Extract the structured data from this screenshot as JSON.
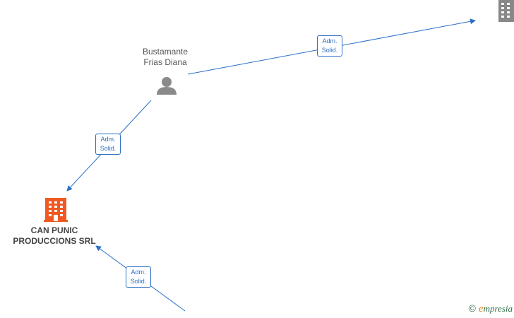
{
  "nodes": {
    "person": {
      "name_line1": "Bustamante",
      "name_line2": "Frias Diana"
    },
    "company_main": {
      "name_line1": "CAN PUNIC",
      "name_line2": "PRODUCCIONS SRL"
    },
    "company_corner": {
      "name_line1": "",
      "name_line2": ""
    }
  },
  "edges": [
    {
      "label_line1": "Adm.",
      "label_line2": "Solid."
    },
    {
      "label_line1": "Adm.",
      "label_line2": "Solid."
    },
    {
      "label_line1": "Adm.",
      "label_line2": "Solid."
    }
  ],
  "colors": {
    "edge": "#2a6fc4",
    "company_main": "#f05a22",
    "company_other": "#888888",
    "person": "#8a8a8a"
  },
  "footer": {
    "copyright": "©",
    "brand_e": "e",
    "brand_rest": "mpresia"
  }
}
